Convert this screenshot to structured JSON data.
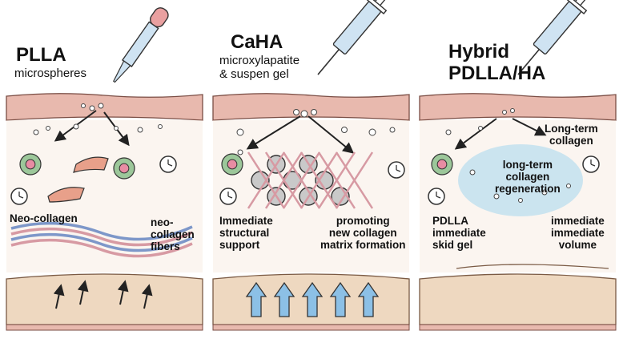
{
  "panels": [
    {
      "title": "PLLA",
      "subtitle": "microspheres",
      "labels": {
        "neo_collagen": "Neo-collagen",
        "fibers": "neo-\ncollagen\nfibers"
      }
    },
    {
      "title": "CaHA",
      "subtitle": "microxylapatite\n& suspen gel",
      "labels": {
        "structural": "Immediate\nstructural\nsupport",
        "matrix": "promoting\nnew collagen\nmatrix formation"
      }
    },
    {
      "title": "Hybrid\nPDLLA/HA",
      "subtitle": "",
      "labels": {
        "long_term": "Long-term\ncollagen",
        "regeneration": "long-term\ncollagen\nregeneration",
        "pdlla": "PDLLA\nimmediate\nskid gel",
        "volume": "immediate\nimmediate\nvolume"
      }
    }
  ],
  "colors": {
    "skin_top": "#e8b9ae",
    "dermis": "#f3e3d5",
    "base_layer": "#eed8c0",
    "cell_green": "#9cc79a",
    "cell_pink": "#e88ca3",
    "fibroblast": "#e8a08a",
    "fiber_blue": "#7d97c9",
    "fiber_pink": "#d79aa3",
    "arrow_blue": "#8cc0e6",
    "gel_cloud": "#bfe0ef",
    "sphere_gray": "#c9c9c9",
    "syringe_fill": "#cfe3f2"
  }
}
